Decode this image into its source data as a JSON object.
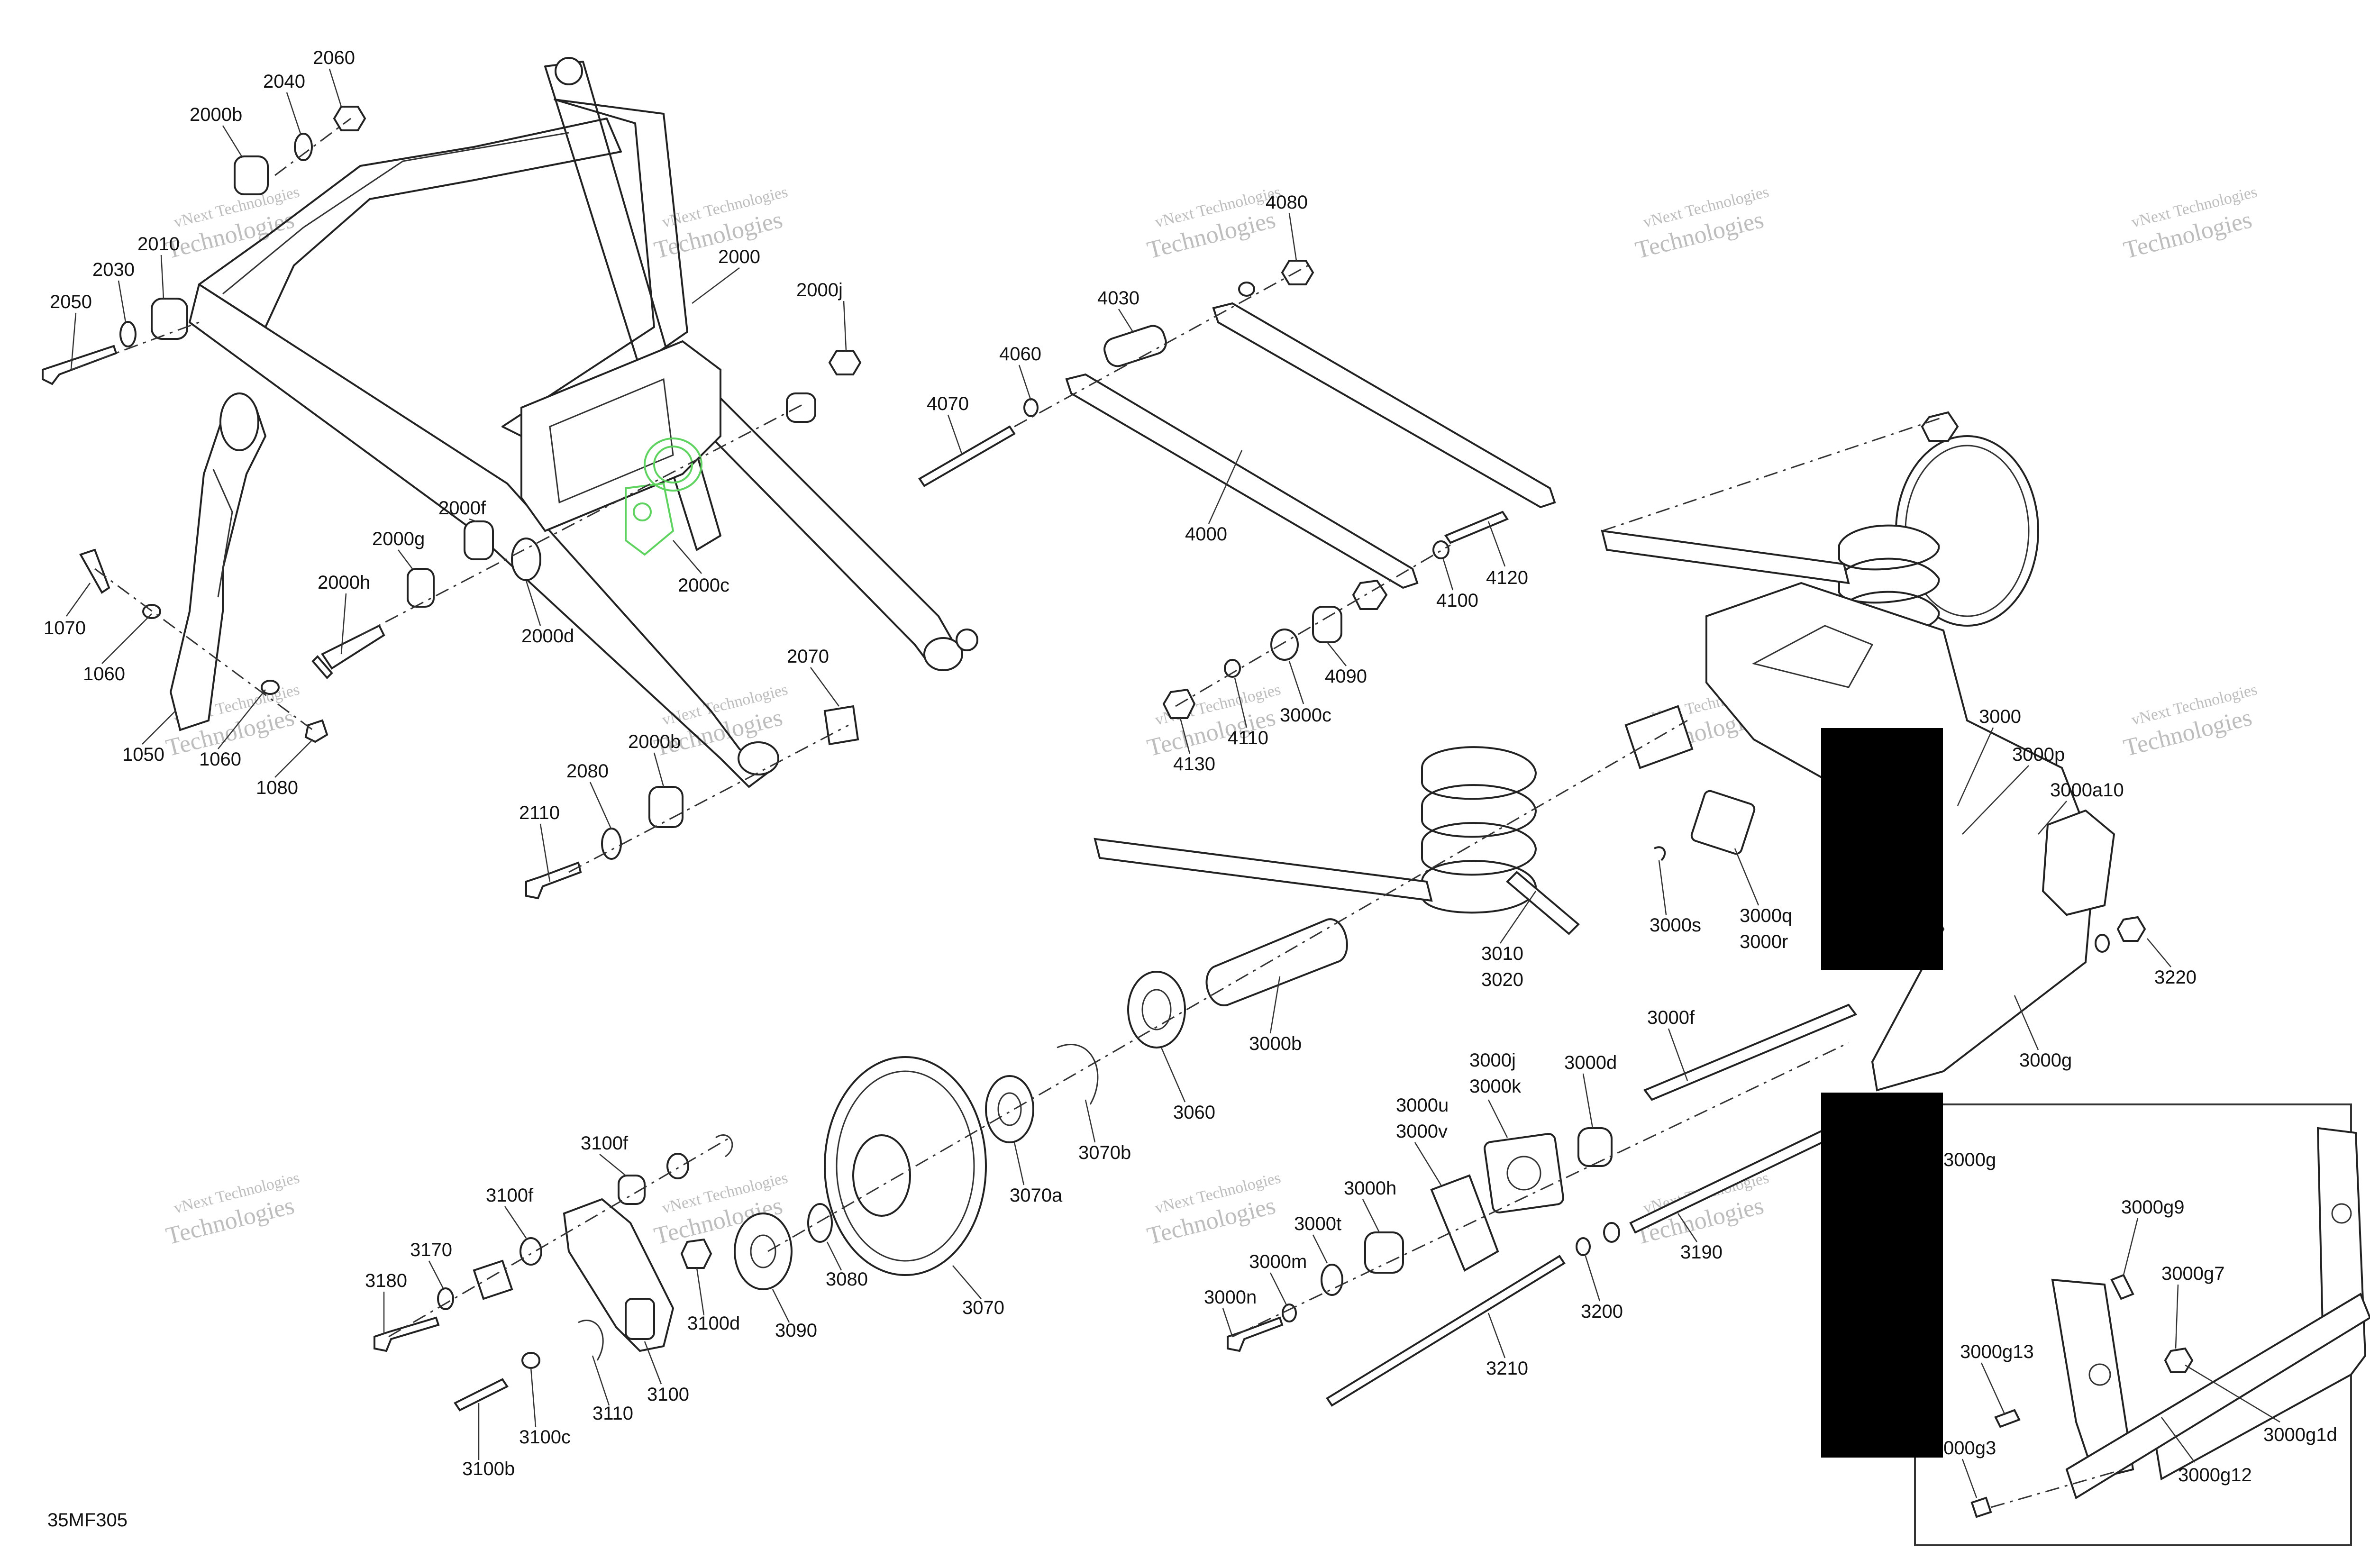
{
  "diagram_code": "35MF305",
  "watermark_line1": "vNext Technologies",
  "watermark_line2": "Technologies",
  "colors": {
    "line": "#222222",
    "highlight": "#5fd35f",
    "redaction": "#000000",
    "watermark": "#bdbdbd"
  },
  "callouts": {
    "c2060": "2060",
    "c2040": "2040",
    "c2000b_top": "2000b",
    "c2010": "2010",
    "c2030": "2030",
    "c2050": "2050",
    "c2000": "2000",
    "c2000j": "2000j",
    "c2000f": "2000f",
    "c2000g": "2000g",
    "c2000h": "2000h",
    "c2000c": "2000c",
    "c2000d": "2000d",
    "c2070": "2070",
    "c2000b_low": "2000b",
    "c2080": "2080",
    "c2110": "2110",
    "c1070": "1070",
    "c1060_a": "1060",
    "c1050": "1050",
    "c1060_b": "1060",
    "c1080": "1080",
    "c4080": "4080",
    "c4030": "4030",
    "c4060": "4060",
    "c4070": "4070",
    "c4000": "4000",
    "c4120": "4120",
    "c4100": "4100",
    "c4090": "4090",
    "c3000c": "3000c",
    "c4110": "4110",
    "c4130": "4130",
    "c3000": "3000",
    "c3000p": "3000p",
    "c3000a10": "3000a10",
    "c3000s": "3000s",
    "c3000q": "3000q",
    "c3000r": "3000r",
    "c3010": "3010",
    "c3020": "3020",
    "c3220": "3220",
    "c3000g_a": "3000g",
    "c3000b": "3000b",
    "c3000f": "3000f",
    "c3000d": "3000d",
    "c3000j": "3000j",
    "c3000k": "3000k",
    "c3000u": "3000u",
    "c3000v": "3000v",
    "c3000h": "3000h",
    "c3000t": "3000t",
    "c3000m": "3000m",
    "c3000n": "3000n",
    "c3060": "3060",
    "c3070b": "3070b",
    "c3070a": "3070a",
    "c3070": "3070",
    "c3080": "3080",
    "c3090": "3090",
    "c3100f_a": "3100f",
    "c3100f_b": "3100f",
    "c3100d": "3100d",
    "c3170": "3170",
    "c3180": "3180",
    "c3100": "3100",
    "c3110": "3110",
    "c3100c": "3100c",
    "c3100b": "3100b",
    "c3190": "3190",
    "c3200": "3200",
    "c3210": "3210",
    "c3000g_b": "3000g",
    "c3000g9": "3000g9",
    "c3000g7": "3000g7",
    "c3000g13": "3000g13",
    "c3000g1d": "3000g1d",
    "c3000g12": "3000g12",
    "c3000g3": "000g3"
  }
}
